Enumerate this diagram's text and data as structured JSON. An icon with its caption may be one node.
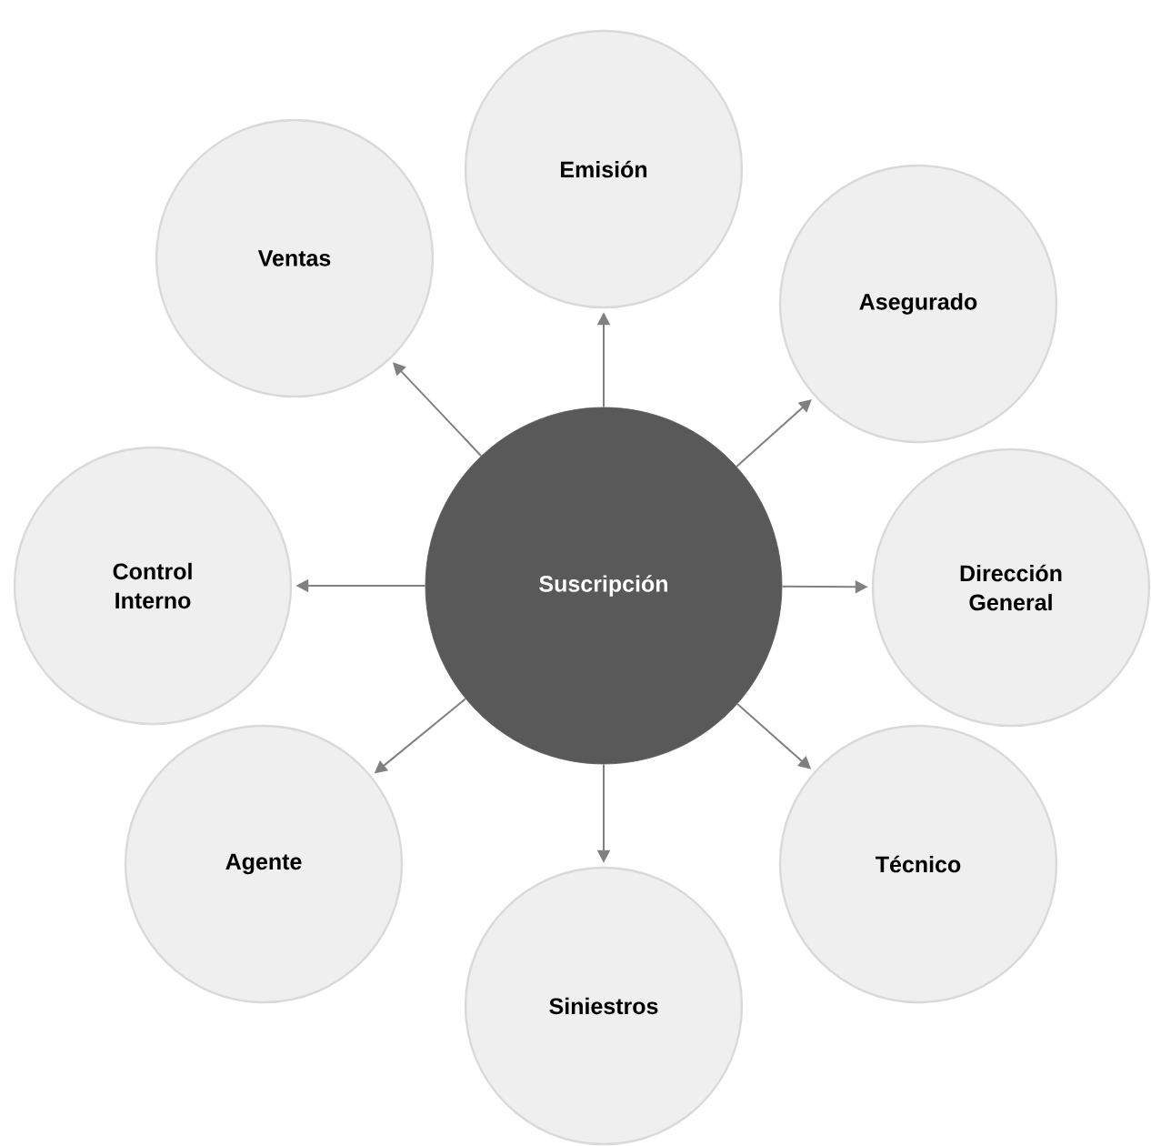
{
  "diagram": {
    "nodes": [
      {
        "text": [
          "Emisión"
        ]
      },
      {
        "text": [
          "Ventas"
        ]
      },
      {
        "text": [
          "Asegurado"
        ]
      },
      {
        "text": [
          "Control Interno"
        ]
      },
      {
        "text": [
          "Suscripción"
        ]
      },
      {
        "text": [
          "Dirección General"
        ]
      },
      {
        "text": [
          "Agente"
        ]
      },
      {
        "text": [
          "Técnico"
        ]
      },
      {
        "text": [
          "Siniestros"
        ]
      }
    ],
    "edges": [
      {
        "from": 4,
        "to": 0,
        "arrow": "to"
      },
      {
        "from": 4,
        "to": 1,
        "arrow": "to"
      },
      {
        "from": 4,
        "to": 2,
        "arrow": "to"
      },
      {
        "from": 4,
        "to": 3,
        "arrow": "to"
      },
      {
        "from": 4,
        "to": 5,
        "arrow": "to"
      },
      {
        "from": 4,
        "to": 6,
        "arrow": "to"
      },
      {
        "from": 4,
        "to": 7,
        "arrow": "to"
      },
      {
        "from": 4,
        "to": 8,
        "arrow": "to"
      }
    ]
  }
}
